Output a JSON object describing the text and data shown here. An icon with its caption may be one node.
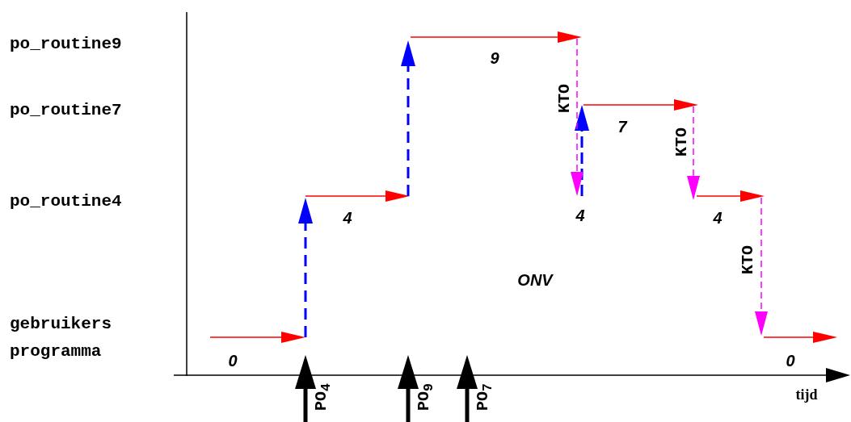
{
  "diagram": {
    "labels": [
      "po_routine9",
      "po_routine7",
      "po_routine4",
      "gebruikers programma",
      "9",
      "KTO",
      "7",
      "4",
      "4",
      "KTO",
      "4",
      "KTO",
      "ONV",
      "0",
      "0",
      "PO$_{4}$",
      "PO$_{9}$",
      "PO$_{7}$",
      "tijd"
    ]
  }
}
